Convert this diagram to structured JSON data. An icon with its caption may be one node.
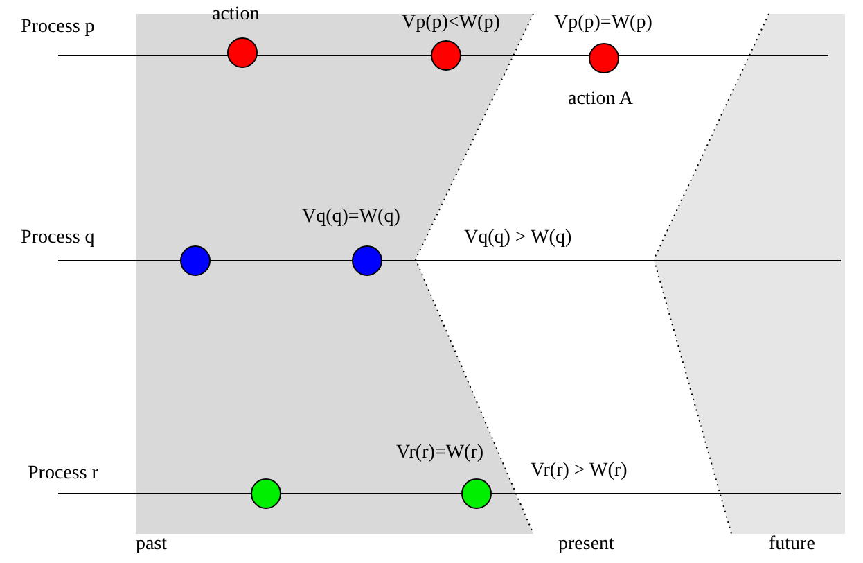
{
  "diagram": {
    "nodes": [
      {
        "text": [],
        "shape": "circle",
        "beside": [
          "action"
        ]
      },
      {
        "text": [],
        "shape": "circle",
        "beside": [
          "Vp(p)<W(p)"
        ]
      },
      {
        "text": [],
        "shape": "circle",
        "beside": [
          "Vp(p)=W(p)",
          "action A"
        ]
      },
      {
        "text": [],
        "shape": "circle"
      },
      {
        "text": [],
        "shape": "circle",
        "beside": [
          "Vq(q)=W(q)"
        ]
      },
      {
        "text": [],
        "shape": "circle"
      },
      {
        "text": [],
        "shape": "circle",
        "beside": [
          "Vr(r)=W(r)"
        ]
      }
    ],
    "labels": [
      "Process p",
      "Process q",
      "Vq(q) > W(q)",
      "Process r",
      "Vr(r) > W(r)",
      "past",
      "present",
      "future"
    ]
  }
}
